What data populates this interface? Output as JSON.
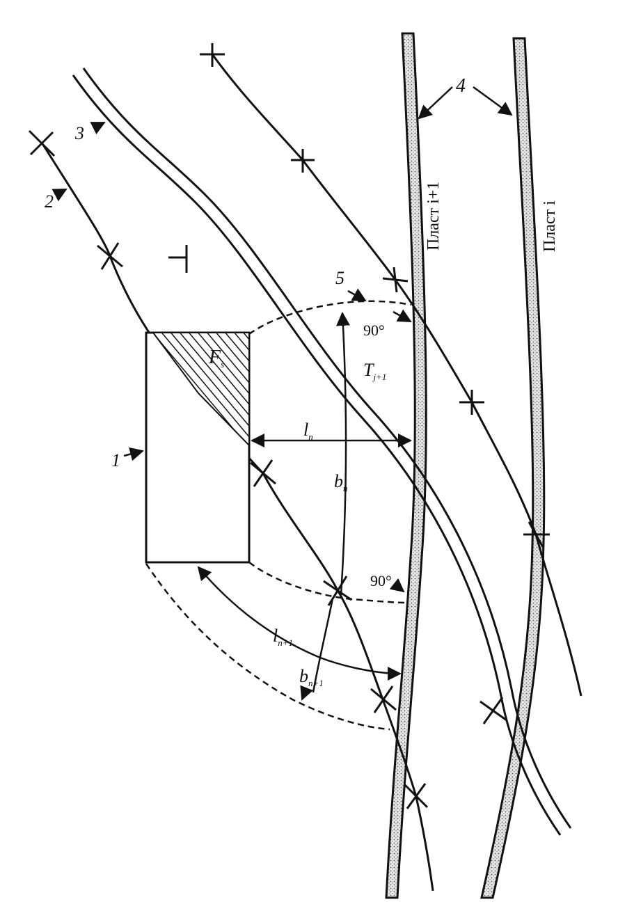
{
  "labels": {
    "n1": "1",
    "n2": "2",
    "n3": "3",
    "n4": "4",
    "n5": "5",
    "f_main": "F",
    "f_sub": "s",
    "t_main": "T",
    "t_sub": "j+1",
    "l_main": "l",
    "l_sub": "n",
    "l2_main": "l",
    "l2_sub": "n+1",
    "b_main": "b",
    "b_sub": "n",
    "b2_main": "b",
    "b2_sub": "n+1",
    "angle_top": "90°",
    "angle_bottom": "90°",
    "seam_upper": "Пласт i+1",
    "seam_lower": "Пласт i"
  },
  "colors": {
    "ink": "#111111",
    "seam_fill": "#d9d9d9",
    "background": "#ffffff"
  }
}
